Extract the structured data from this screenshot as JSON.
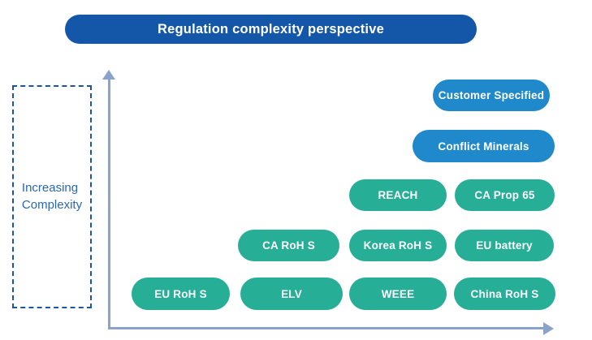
{
  "title": "Regulation complexity perspective",
  "y_axis": {
    "label_line1": "Increasing",
    "label_line2": "Complexity"
  },
  "colors": {
    "title_pill_bg": "#1457a8",
    "blue_pill_bg": "#2089cb",
    "teal_pill_bg": "#26ae97",
    "axis_arrow": "#8aa3cc",
    "dashed_box_border": "#1b55a5",
    "axis_label_text": "#2a67b2",
    "pill_text": "#ffffff"
  },
  "rows": [
    {
      "level": 5,
      "color": "#2089cb",
      "items": [
        {
          "label": "Customer Specified"
        }
      ]
    },
    {
      "level": 4,
      "color": "#2089cb",
      "items": [
        {
          "label": "Conflict Minerals"
        }
      ]
    },
    {
      "level": 3,
      "color": "#26ae97",
      "items": [
        {
          "label": "REACH"
        },
        {
          "label": "CA Prop 65"
        }
      ]
    },
    {
      "level": 2,
      "color": "#26ae97",
      "items": [
        {
          "label": "CA RoH S"
        },
        {
          "label": "Korea RoH S"
        },
        {
          "label": "EU battery"
        }
      ]
    },
    {
      "level": 1,
      "color": "#26ae97",
      "items": [
        {
          "label": "EU RoH S"
        },
        {
          "label": "ELV"
        },
        {
          "label": "WEEE"
        },
        {
          "label": "China RoH S"
        }
      ]
    }
  ]
}
